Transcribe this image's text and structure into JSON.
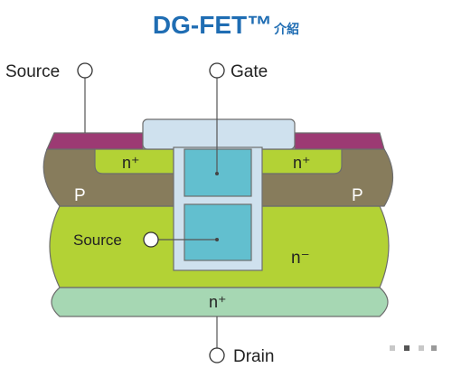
{
  "title": {
    "main": "DG-FET™",
    "sub": "介紹"
  },
  "terminals": {
    "source_top": "Source",
    "gate": "Gate",
    "source_mid": "Source",
    "drain": "Drain"
  },
  "regions": {
    "n_plus_left": "n⁺",
    "n_plus_right": "n⁺",
    "p_left": "P",
    "p_right": "P",
    "n_minus": "n⁻",
    "n_plus_drain": "n⁺"
  },
  "colors": {
    "metal": "#9c3a73",
    "oxide": "#cfe1ee",
    "n_plus": "#b3d235",
    "p_body": "#877c5c",
    "n_minus": "#b3d235",
    "drain_layer": "#a6d7b3",
    "gate_poly": "#62bfcf",
    "title": "#1f6db3"
  }
}
